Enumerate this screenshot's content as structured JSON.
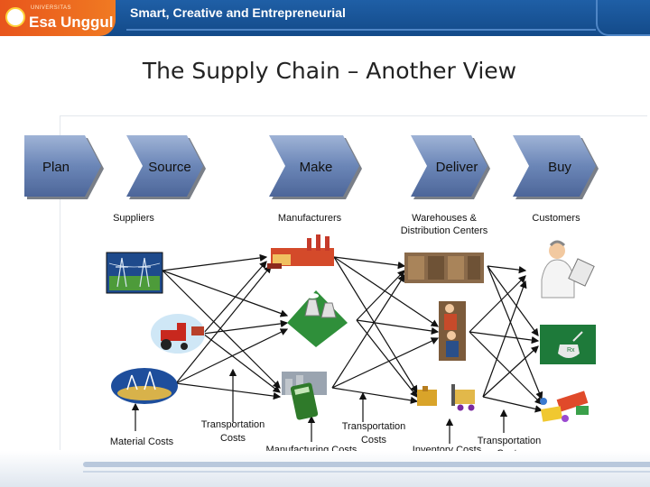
{
  "header": {
    "university_small": "UNIVERSITAS",
    "university": "Esa Unggul",
    "tagline": "Smart, Creative and Entrepreneurial"
  },
  "slide": {
    "title": "The Supply Chain – Another View"
  },
  "stages": [
    "Plan",
    "Source",
    "Make",
    "Deliver",
    "Buy"
  ],
  "tiers": {
    "suppliers": "Suppliers",
    "manufacturers": "Manufacturers",
    "warehouses_line1": "Warehouses &",
    "warehouses_line2": "Distribution Centers",
    "customers": "Customers"
  },
  "costs": {
    "material": "Material Costs",
    "transport1_line1": "Transportation",
    "transport1_line2": "Costs",
    "transport2_line1": "Transportation",
    "transport2_line2": "Costs",
    "manufacturing": "Manufacturing Costs",
    "inventory": "Inventory Costs",
    "transport3_line1": "Transportation",
    "transport3_line2": "Costs"
  },
  "colors": {
    "chevron": "#6b86b7",
    "header_blue": "#1f5fa6",
    "header_orange": "#e8551c"
  }
}
